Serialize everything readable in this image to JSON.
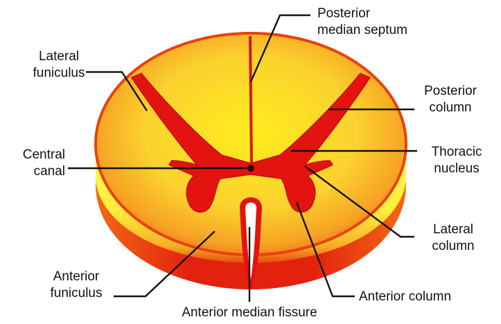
{
  "labels": {
    "posterior_median_septum": [
      "Posterior",
      "median septum"
    ],
    "lateral_funiculus": [
      "Lateral",
      "funiculus"
    ],
    "posterior_column": [
      "Posterior",
      "column"
    ],
    "central_canal": [
      "Central",
      "canal"
    ],
    "thoracic_nucleus": [
      "Thoracic",
      "nucleus"
    ],
    "lateral_column": [
      "Lateral",
      "column"
    ],
    "anterior_funiculus": [
      "Anterior",
      "funiculus"
    ],
    "anterior_column": [
      "Anterior column"
    ],
    "anterior_median_fissure": [
      "Anterior median fissure"
    ]
  },
  "colors": {
    "white_matter_top": "#f9c93c",
    "white_matter_inner": "#ffe21a",
    "white_matter_rim": "#ef4a10",
    "grey_matter": "#e3130f",
    "side_face": "#fff35a",
    "side_rim": "#e52a0e",
    "leader_line": "#111111"
  }
}
